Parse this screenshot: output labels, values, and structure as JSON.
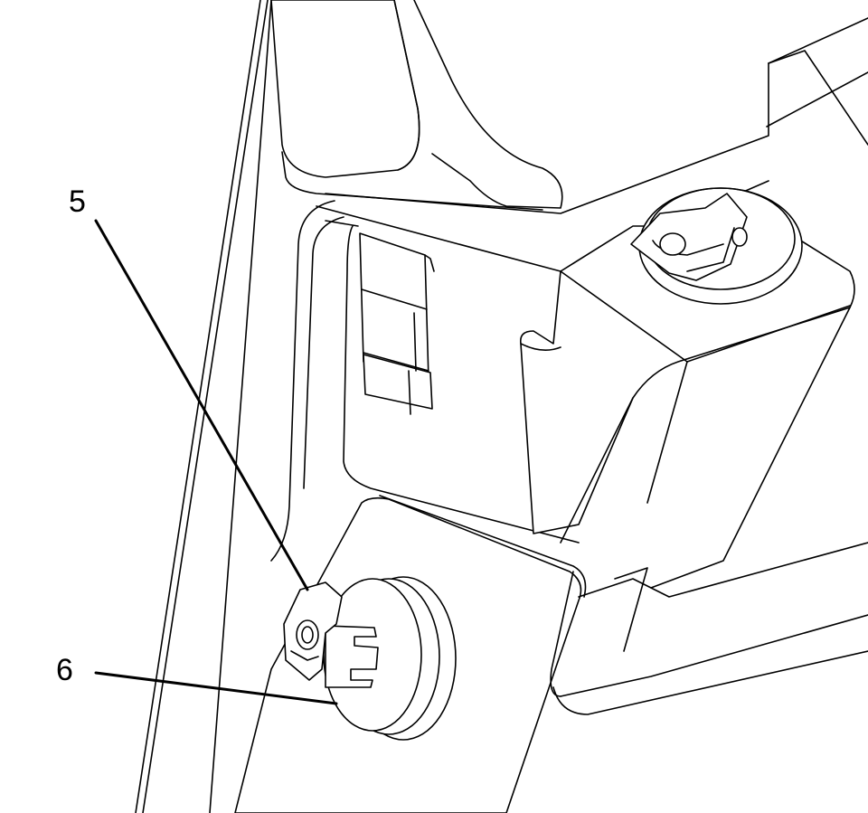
{
  "diagram": {
    "callouts": [
      {
        "label": "5",
        "part": "retainer clip"
      },
      {
        "label": "6",
        "part": "sensor"
      }
    ],
    "colors": {
      "line": "#000000",
      "background": "#ffffff"
    }
  }
}
